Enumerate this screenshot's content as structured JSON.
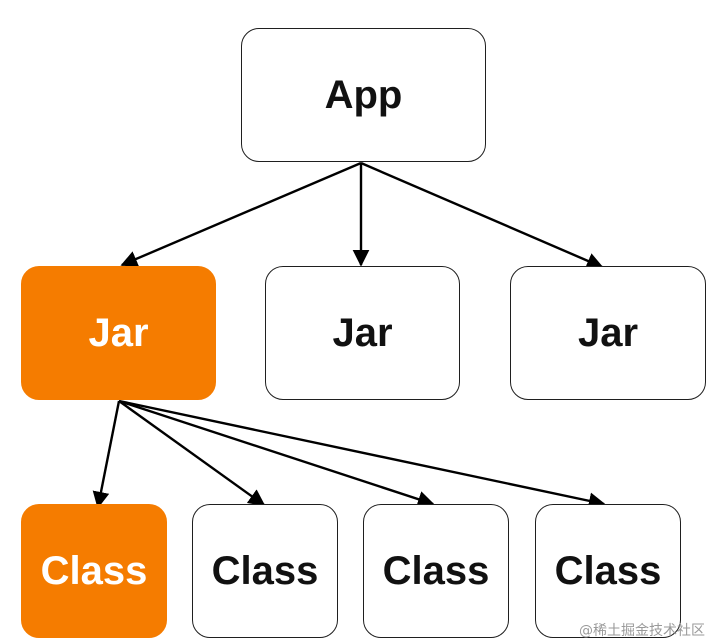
{
  "diagram": {
    "root": {
      "label": "App"
    },
    "jars": [
      {
        "label": "Jar",
        "highlighted": true
      },
      {
        "label": "Jar",
        "highlighted": false
      },
      {
        "label": "Jar",
        "highlighted": false
      }
    ],
    "classes": [
      {
        "label": "Class",
        "highlighted": true
      },
      {
        "label": "Class",
        "highlighted": false
      },
      {
        "label": "Class",
        "highlighted": false
      },
      {
        "label": "Class",
        "highlighted": false
      }
    ],
    "edges": [
      {
        "from": "App",
        "to": "Jar 1"
      },
      {
        "from": "App",
        "to": "Jar 2"
      },
      {
        "from": "App",
        "to": "Jar 3"
      },
      {
        "from": "Jar 1",
        "to": "Class 1"
      },
      {
        "from": "Jar 1",
        "to": "Class 2"
      },
      {
        "from": "Jar 1",
        "to": "Class 3"
      },
      {
        "from": "Jar 1",
        "to": "Class 4"
      }
    ],
    "colors": {
      "highlight": "#f57c00",
      "border": "#1f1f1f",
      "arrow": "#000000"
    }
  },
  "watermark": "@稀土掘金技术社区"
}
